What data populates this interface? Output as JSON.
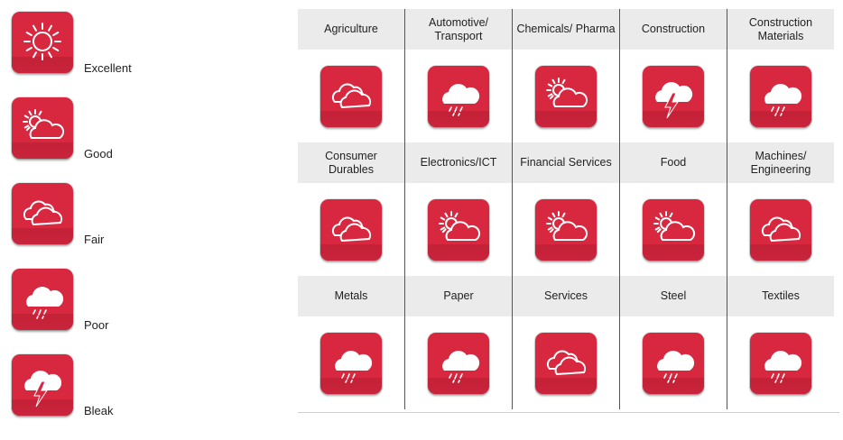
{
  "legend": [
    {
      "label": "Excellent",
      "icon": "sun-icon"
    },
    {
      "label": "Good",
      "icon": "sun-cloud-icon"
    },
    {
      "label": "Fair",
      "icon": "cloud-icon"
    },
    {
      "label": "Poor",
      "icon": "rain-cloud-icon"
    },
    {
      "label": "Bleak",
      "icon": "storm-cloud-icon"
    }
  ],
  "sectors": [
    [
      {
        "name": "Agriculture",
        "icon": "cloud-icon"
      },
      {
        "name": "Automotive/ Transport",
        "icon": "rain-cloud-icon"
      },
      {
        "name": "Chemicals/ Pharma",
        "icon": "sun-cloud-icon"
      },
      {
        "name": "Construction",
        "icon": "storm-cloud-icon"
      },
      {
        "name": "Construction Materials",
        "icon": "rain-cloud-icon"
      }
    ],
    [
      {
        "name": "Consumer Durables",
        "icon": "cloud-icon"
      },
      {
        "name": "Electronics/ICT",
        "icon": "sun-cloud-icon"
      },
      {
        "name": "Financial Services",
        "icon": "sun-cloud-icon"
      },
      {
        "name": "Food",
        "icon": "sun-cloud-icon"
      },
      {
        "name": "Machines/ Engineering",
        "icon": "cloud-icon"
      }
    ],
    [
      {
        "name": "Metals",
        "icon": "rain-cloud-icon"
      },
      {
        "name": "Paper",
        "icon": "rain-cloud-icon"
      },
      {
        "name": "Services",
        "icon": "cloud-icon"
      },
      {
        "name": "Steel",
        "icon": "rain-cloud-icon"
      },
      {
        "name": "Textiles",
        "icon": "rain-cloud-icon"
      }
    ]
  ],
  "colors": {
    "icon_red": "#d7283f",
    "header_bg": "#ebebeb"
  }
}
